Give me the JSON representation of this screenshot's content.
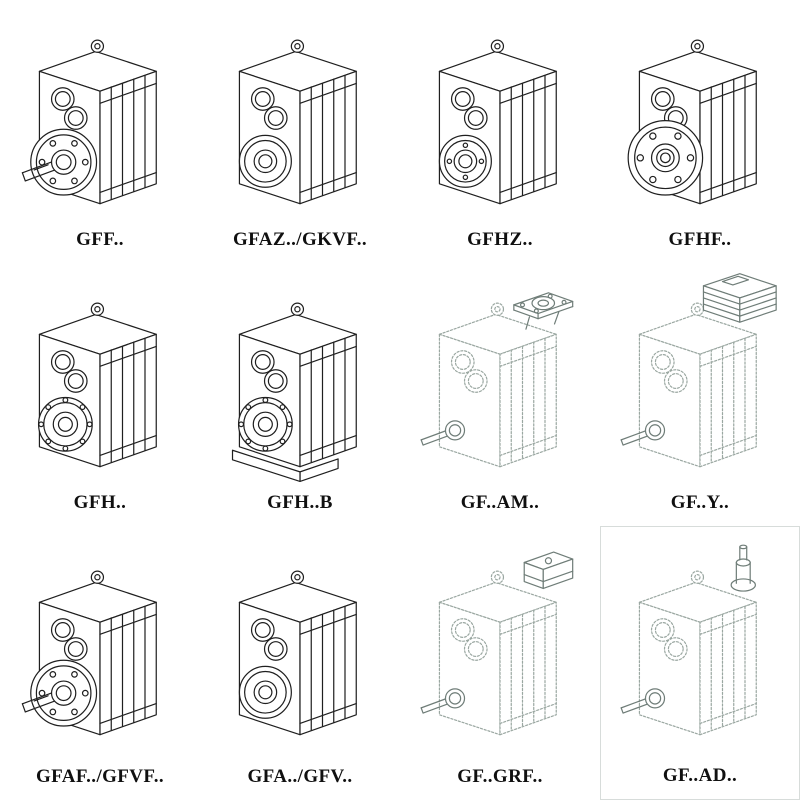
{
  "page": {
    "background": "#ffffff",
    "line_color": "#1f1f1f",
    "ghost_line_color": "#9aa7a1"
  },
  "catalog": {
    "columns": 4,
    "rows": 3,
    "cells": [
      {
        "label": "GFF..",
        "drawing": "gearbox-output-flange-solid-shaft",
        "style": "solid"
      },
      {
        "label": "GFAZ../GKVF..",
        "drawing": "gearbox-hollow-shaft",
        "style": "solid"
      },
      {
        "label": "GFHZ..",
        "drawing": "gearbox-hollow-shaft-shrink-disc",
        "style": "solid"
      },
      {
        "label": "GFHF..",
        "drawing": "gearbox-large-output-flange",
        "style": "solid"
      },
      {
        "label": "GFH..",
        "drawing": "gearbox-hollow-shaft-bearing",
        "style": "solid"
      },
      {
        "label": "GFH..B",
        "drawing": "gearbox-hollow-shaft-bearing-base",
        "style": "solid"
      },
      {
        "label": "GF..AM..",
        "drawing": "gearbox-iec-motor-adapter-flange",
        "style": "dashed"
      },
      {
        "label": "GF..Y..",
        "drawing": "gearbox-with-mounted-motor",
        "style": "dashed"
      },
      {
        "label": "GFAF../GFVF..",
        "drawing": "gearbox-output-flange-solid-shaft",
        "style": "solid"
      },
      {
        "label": "GFA../GFV..",
        "drawing": "gearbox-hollow-shaft",
        "style": "solid"
      },
      {
        "label": "GF..GRF..",
        "drawing": "gearbox-input-gear-adapter",
        "style": "dashed"
      },
      {
        "label": "GF..AD..",
        "drawing": "gearbox-free-input-shaft",
        "style": "dashed"
      }
    ]
  }
}
